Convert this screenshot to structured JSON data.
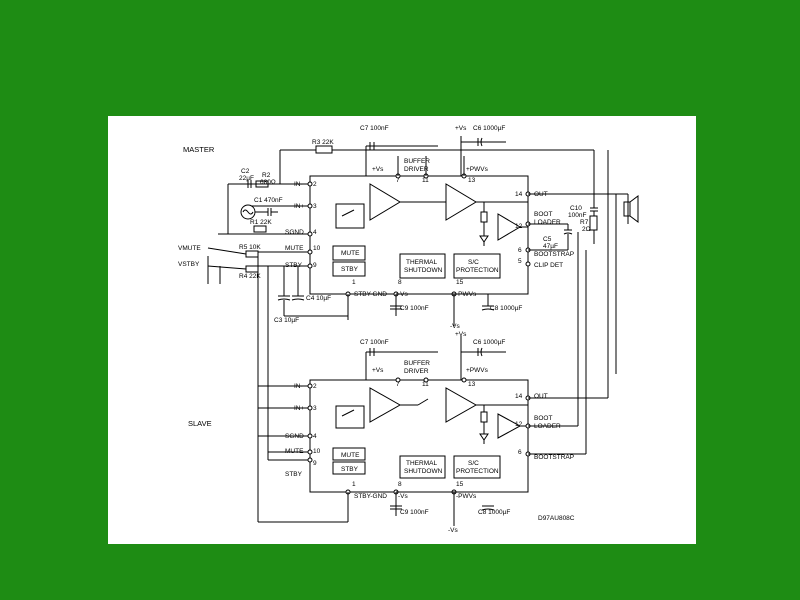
{
  "diagram": {
    "master_label": "MASTER",
    "slave_label": "SLAVE",
    "master": {
      "pins": {
        "in_minus": "IN-",
        "in_plus": "IN+",
        "sgnd": "SGND",
        "mute": "MUTE",
        "stby": "STBY",
        "vs": "+Vs",
        "buffer_driver": "BUFFER\nDRIVER",
        "pwvs": "+PWVs",
        "out": "OUT",
        "boot_loader": "BOOT\nLOADER",
        "bootstrap": "BOOTSTRAP",
        "clip_det": "CLIP DET",
        "stby_gnd": "STBY-GND",
        "neg_vs": "-Vs",
        "neg_pwvs": "-PWVs"
      },
      "pin_numbers": [
        "2",
        "3",
        "4",
        "10",
        "9",
        "7",
        "11",
        "13",
        "14",
        "12",
        "6",
        "5",
        "1",
        "8",
        "15"
      ],
      "blocks": {
        "mute": "MUTE",
        "stby": "STBY",
        "thermal": "THERMAL\nSHUTDOWN",
        "sc": "S/C\nPROTECTION"
      },
      "components": {
        "c7": "C7 100nF",
        "vs_top": "+Vs",
        "c6": "C6 1000µF",
        "r3": "R3 22K",
        "c2": "C2\n22µF",
        "r2": "R2\n680Ω",
        "c1": "C1 470nF",
        "r1": "R1 22K",
        "vmute": "VMUTE",
        "vstby": "VSTBY",
        "r5": "R5 10K",
        "r4": "R4 22K",
        "c4": "C4 10µF",
        "c3": "C3 10µF",
        "c9": "C9 100nF",
        "c8": "C8 1000µF",
        "neg_vs_bottom": "-Vs",
        "c10": "C10\n100nF",
        "r7": "R7\n2Ω",
        "c5": "C5\n47µF"
      }
    },
    "slave": {
      "pins": {
        "in_minus": "IN-",
        "in_plus": "IN+",
        "sgnd": "SGND",
        "mute": "MUTE",
        "stby": "STBY",
        "vs": "+Vs",
        "buffer_driver": "BUFFER\nDRIVER",
        "pwvs": "+PWVs",
        "out": "OUT",
        "boot_loader": "BOOT\nLOADER",
        "bootstrap": "BOOTSTRAP",
        "stby_gnd": "STBY-GND",
        "neg_vs": "-Vs",
        "neg_pwvs": "-PWVs"
      },
      "pin_numbers": [
        "2",
        "3",
        "4",
        "10",
        "9",
        "7",
        "11",
        "13",
        "14",
        "12",
        "6",
        "1",
        "8",
        "15"
      ],
      "blocks": {
        "mute": "MUTE",
        "stby": "STBY",
        "thermal": "THERMAL\nSHUTDOWN",
        "sc": "S/C\nPROTECTION"
      },
      "components": {
        "c7": "C7 100nF",
        "vs_top": "+Vs",
        "c6": "C6 1000µF",
        "c9": "C9 100nF",
        "c8": "C8 1000µF",
        "neg_vs_bottom": "-Vs"
      }
    },
    "drawing_code": "D97AU808C"
  }
}
